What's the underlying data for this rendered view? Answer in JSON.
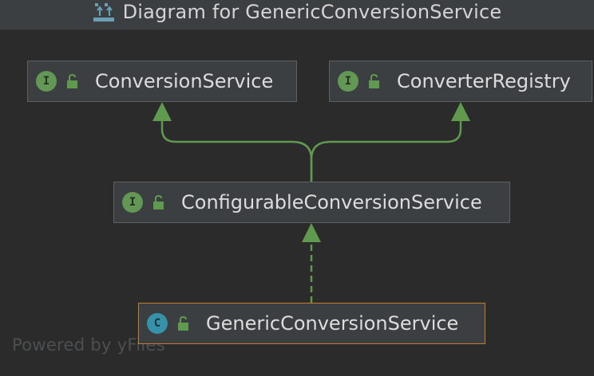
{
  "window": {
    "title": "Diagram for GenericConversionService"
  },
  "icons": {
    "title_icon": "diagram-hierarchy-icon",
    "interface_badge": "interface-icon",
    "class_badge": "class-icon",
    "access": "open-lock-icon"
  },
  "nodes": [
    {
      "id": "conversion-service",
      "label": "ConversionService",
      "kind": "interface",
      "badge_letter": "I"
    },
    {
      "id": "converter-registry",
      "label": "ConverterRegistry",
      "kind": "interface",
      "badge_letter": "I"
    },
    {
      "id": "configurable-conversion-service",
      "label": "ConfigurableConversionService",
      "kind": "interface",
      "badge_letter": "I"
    },
    {
      "id": "generic-conversion-service",
      "label": "GenericConversionService",
      "kind": "class",
      "badge_letter": "C",
      "selected": true
    }
  ],
  "edges": [
    {
      "from": "ConfigurableConversionService",
      "to": "ConversionService",
      "type": "extends",
      "style": "solid"
    },
    {
      "from": "ConfigurableConversionService",
      "to": "ConverterRegistry",
      "type": "extends",
      "style": "solid"
    },
    {
      "from": "GenericConversionService",
      "to": "ConfigurableConversionService",
      "type": "implements",
      "style": "dashed"
    }
  ],
  "colors": {
    "background": "#2b2b2b",
    "node_fill": "#3c3f41",
    "node_border": "#5e6060",
    "selected_border": "#c77b2d",
    "edge": "#5f9a4f",
    "interface_badge": "#629755",
    "class_badge": "#3592a8"
  },
  "watermark": "Powered by yFiles"
}
